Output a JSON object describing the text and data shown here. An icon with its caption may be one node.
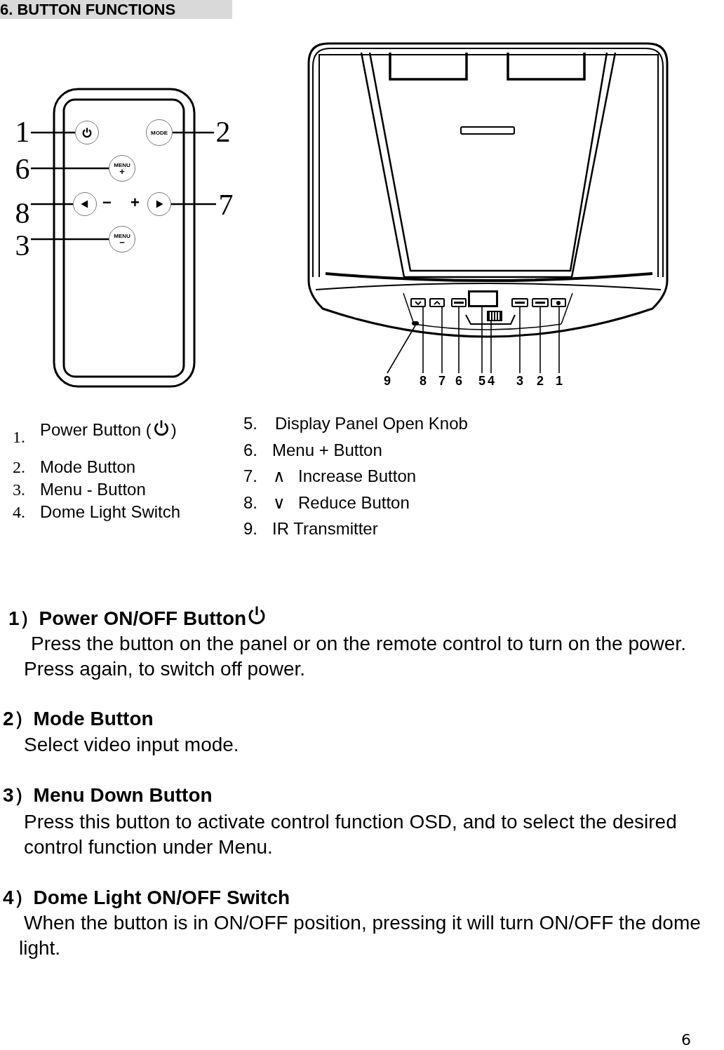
{
  "diagram": {
    "title": "6. BUTTON FUNCTIONS",
    "nodes": [
      {
        "text": [
          "1"
        ]
      },
      {
        "text": [],
        "shape": "circle"
      },
      {
        "text": [
          "MODE"
        ]
      },
      {
        "text": [
          "2"
        ]
      },
      {
        "text": [
          "6"
        ]
      },
      {
        "text": [
          "MENU",
          "+"
        ]
      },
      {
        "text": [
          "8"
        ]
      },
      {
        "text": [],
        "shape": "circle"
      },
      {
        "text": [],
        "shape": "circle"
      },
      {
        "text": [
          "7"
        ]
      },
      {
        "text": [
          "3"
        ]
      },
      {
        "text": [
          "MENU",
          "−"
        ]
      },
      {
        "text": [],
        "shape": "box"
      },
      {
        "text": [],
        "shape": "box"
      },
      {
        "text": [],
        "shape": "box"
      },
      {
        "text": [],
        "shape": "box"
      },
      {
        "text": [],
        "shape": "box"
      },
      {
        "text": [],
        "shape": "box"
      },
      {
        "text": [],
        "shape": "box"
      },
      {
        "text": [],
        "shape": "box"
      },
      {
        "text": [],
        "shape": "box"
      },
      {
        "text": [
          "9"
        ]
      },
      {
        "text": [
          "8"
        ]
      },
      {
        "text": [
          "7"
        ]
      },
      {
        "text": [
          "6"
        ]
      },
      {
        "text": [
          "5"
        ]
      },
      {
        "text": [
          "4"
        ]
      },
      {
        "text": [
          "3"
        ]
      },
      {
        "text": [
          "2"
        ]
      },
      {
        "text": [
          "1"
        ]
      }
    ],
    "edges": [
      {
        "from": 0,
        "to": 1,
        "arrow": "none"
      },
      {
        "from": 3,
        "to": 2,
        "arrow": "none"
      },
      {
        "from": 4,
        "to": 5,
        "arrow": "none"
      },
      {
        "from": 6,
        "to": 7,
        "arrow": "none"
      },
      {
        "from": 9,
        "to": 8,
        "arrow": "none"
      },
      {
        "from": 10,
        "to": 11,
        "arrow": "none"
      },
      {
        "from": 21,
        "to": 20,
        "arrow": "none"
      },
      {
        "from": 22,
        "to": 12,
        "arrow": "none"
      },
      {
        "from": 23,
        "to": 13,
        "arrow": "none"
      },
      {
        "from": 24,
        "to": 14,
        "arrow": "none"
      },
      {
        "from": 25,
        "to": 15,
        "arrow": "none"
      },
      {
        "from": 26,
        "to": 16,
        "arrow": "none"
      },
      {
        "from": 27,
        "to": 17,
        "arrow": "none"
      },
      {
        "from": 28,
        "to": 18,
        "arrow": "none"
      },
      {
        "from": 29,
        "to": 19,
        "arrow": "none"
      }
    ],
    "labels": [
      "−",
      "+",
      "1.",
      "Power Button (",
      ")",
      "2.",
      "Mode Button",
      "3.",
      "Menu - Button",
      "4.",
      "Dome Light Switch",
      "5.",
      "Display Panel Open Knob",
      "6.",
      "Menu + Button",
      "7.",
      "∧",
      "Increase Button",
      "8.",
      "∨",
      "Reduce Button",
      "9.",
      "IR Transmitter",
      "1）Power ON/OFF Button",
      "Press the button on the panel or on the remote control to turn on the power. Press again, to switch off power.",
      "2）Mode Button",
      "Select video input mode.",
      "3）Menu  Down Button",
      "Press this button to activate control function OSD, and to select the desired control function under Menu.",
      "4）Dome Light ON/OFF Switch",
      "When the button is in ON/OFF position, pressing it will turn ON/OFF the dome light.",
      "6"
    ]
  }
}
